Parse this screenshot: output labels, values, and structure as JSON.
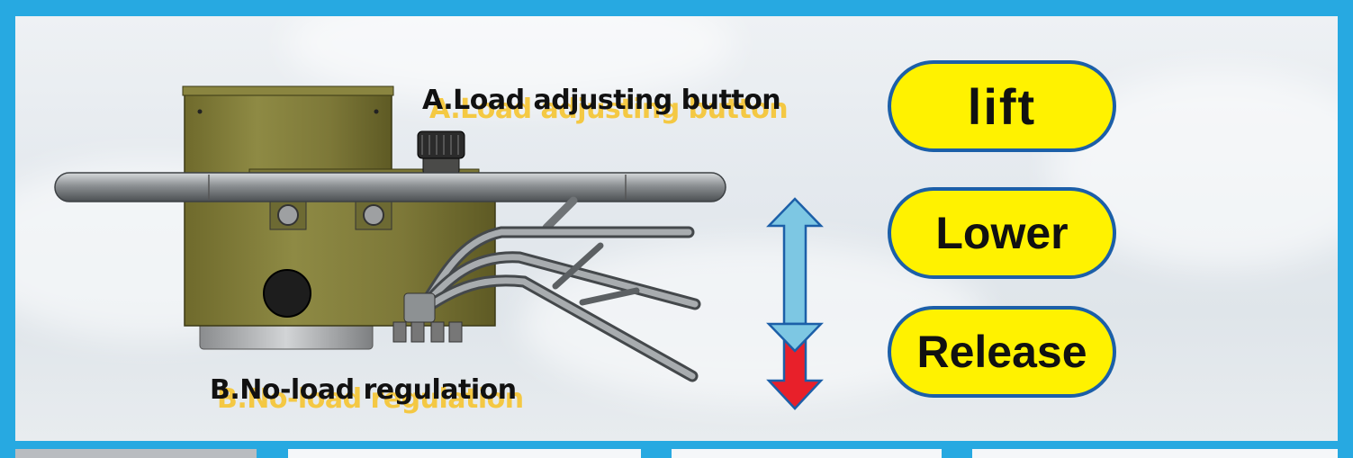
{
  "labels": {
    "load_button": "A.Load adjusting button",
    "noload": "B.No-load regulation"
  },
  "buttons": {
    "lift": "lift",
    "lower": "Lower",
    "release": "Release"
  },
  "colors": {
    "frame": "#27a9e1",
    "pill_fill": "#fff200",
    "pill_border": "#1c5fa8",
    "arrow_up": "#7dc7e3",
    "arrow_down": "#e8202a"
  }
}
